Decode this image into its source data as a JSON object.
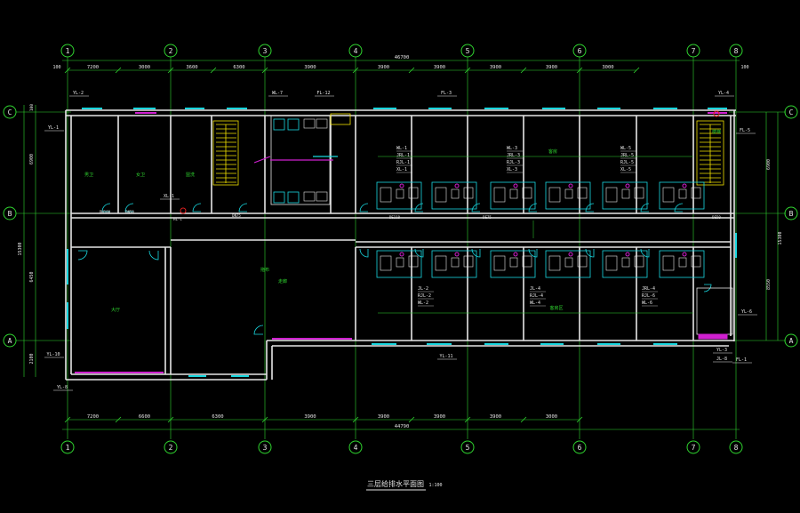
{
  "title": "三层给排水平面图",
  "scale": "1:100",
  "grid_cols": [
    "1",
    "2",
    "3",
    "4",
    "5",
    "6",
    "7",
    "8"
  ],
  "grid_rows": [
    "C",
    "B",
    "A"
  ],
  "dims_top": [
    "7200",
    "3000",
    "3600",
    "6300",
    "3900",
    "3900",
    "3900",
    "3900",
    "3900",
    "3000"
  ],
  "dims_bottom": [
    "7200",
    "6600",
    "6300",
    "3900",
    "3900",
    "3900",
    "3900",
    "3000"
  ],
  "total_len": "46700",
  "total_len_bottom": "44790",
  "dim_100": "100",
  "dims_left": [
    "6900",
    "6450",
    "2100"
  ],
  "dims_left_total": "15300",
  "dims_right": [
    "6900",
    "8550"
  ],
  "dims_right_total": "15300",
  "pipe_tags": [
    "YL-2",
    "WL-7",
    "FL-12",
    "FL-3",
    "YL-4",
    "YL-1",
    "FL-5",
    "YL-10",
    "YL-6",
    "YL-3",
    "FL-1",
    "JL-8",
    "YL-11",
    "YL-8",
    "XL-1"
  ],
  "riser_left": [
    "WL-1",
    "JRL-1",
    "RJL-1",
    "XL-1"
  ],
  "riser_mid": [
    "WL-3",
    "JRL-3",
    "RJL-3",
    "XL-3"
  ],
  "riser_right": [
    "WL-5",
    "JRL-5",
    "RJL-5",
    "XL-5"
  ],
  "riser_bl": [
    "JL-2",
    "RJL-2",
    "WL-2"
  ],
  "riser_bm": [
    "JL-4",
    "RJL-4",
    "WL-4"
  ],
  "riser_br": [
    "JRL-4",
    "RJL-6",
    "WL-6"
  ],
  "room_labels": [
    "男卫",
    "女卫",
    "盥洗",
    "拖布",
    "走廊",
    "客房",
    "楼梯",
    "客房区",
    "大厅"
  ],
  "small_labels": [
    "DN100",
    "DN50",
    "DN75",
    "DE110",
    "DE75",
    "DE50",
    "HL-1"
  ]
}
